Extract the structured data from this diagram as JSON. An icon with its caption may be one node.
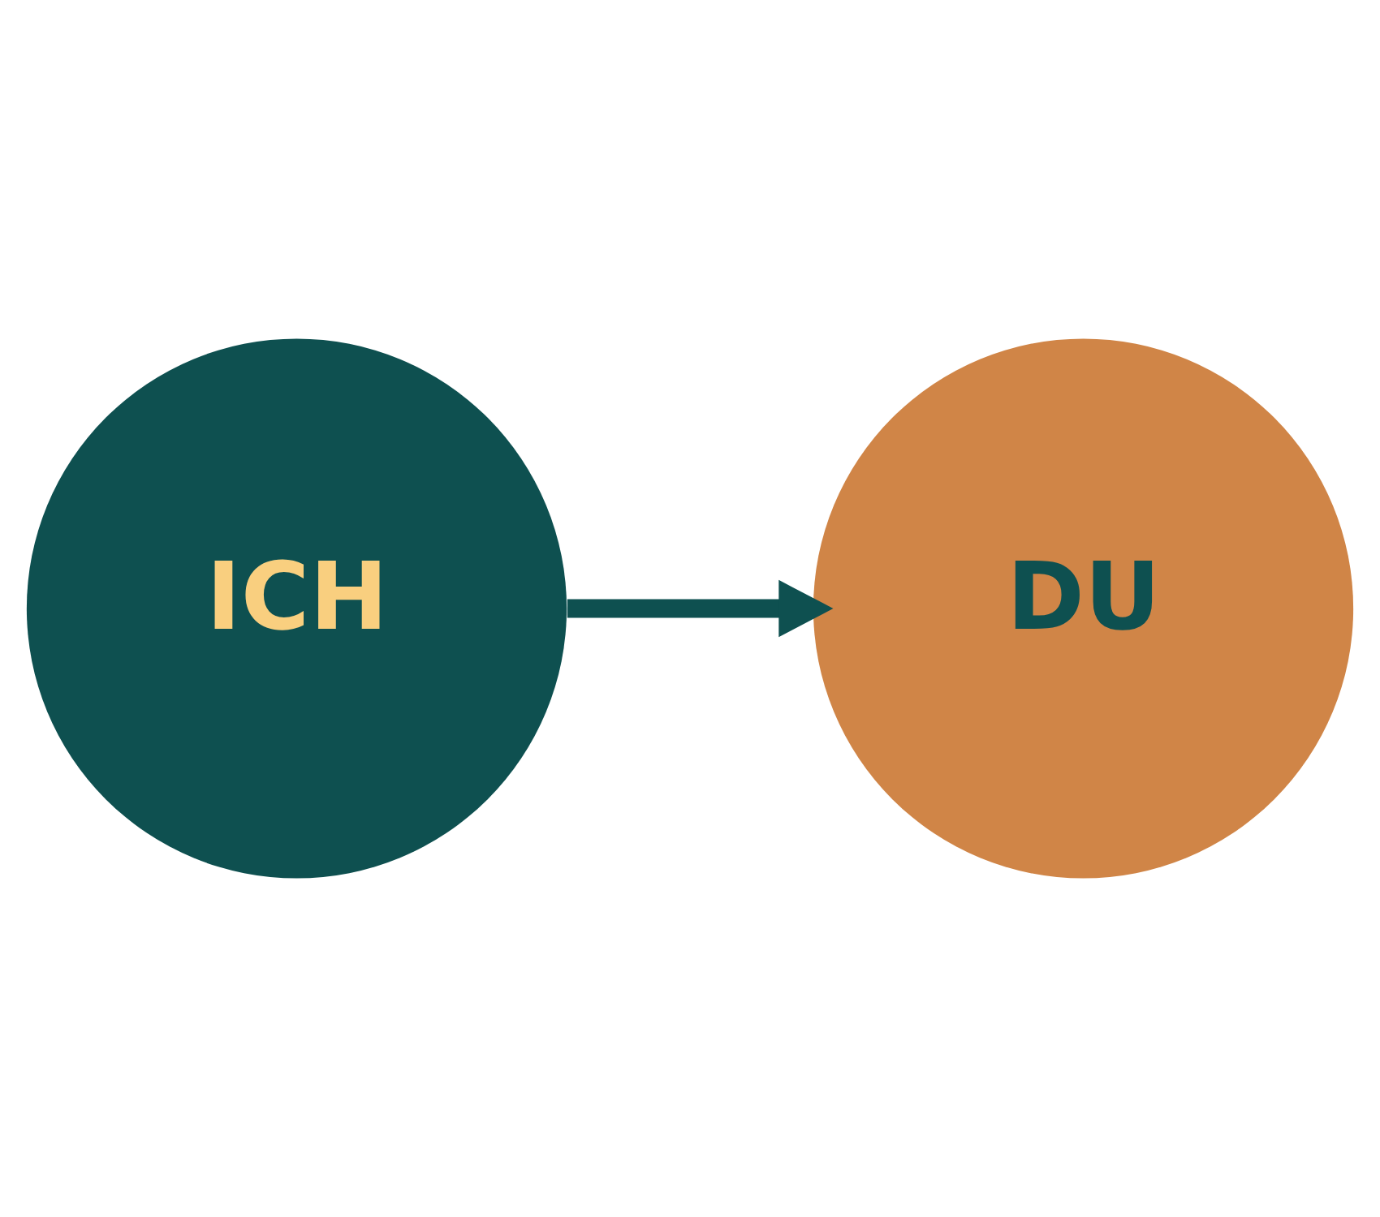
{
  "diagram": {
    "nodes": [
      {
        "text": [
          "ICH"
        ]
      },
      {
        "text": [
          "DU"
        ]
      }
    ],
    "edges": [
      {
        "from": 0,
        "to": 1,
        "arrow": "to",
        "color": "#0e5050"
      }
    ]
  }
}
